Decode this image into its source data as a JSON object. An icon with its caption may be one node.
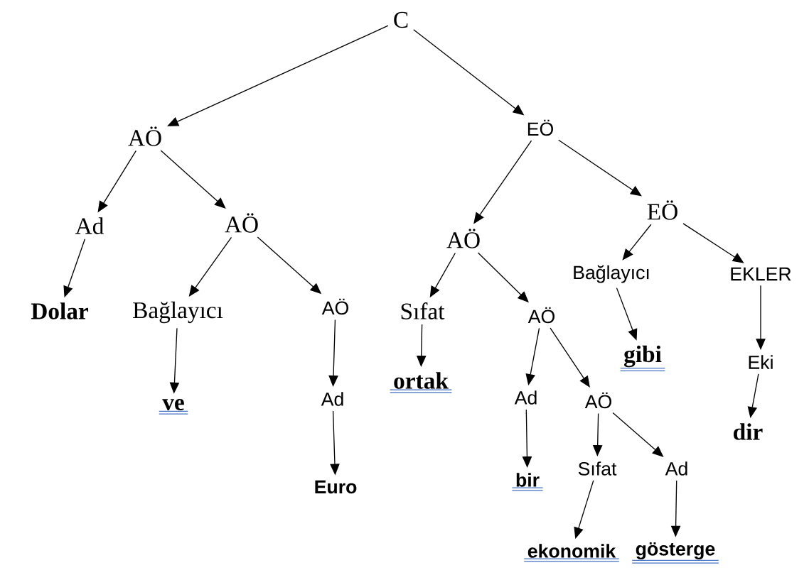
{
  "diagram": {
    "nodes": [
      {
        "text": [
          "C"
        ]
      },
      {
        "text": [
          "AÖ"
        ]
      },
      {
        "text": [
          "EÖ"
        ]
      },
      {
        "text": [
          "Ad"
        ]
      },
      {
        "text": [
          "AÖ"
        ]
      },
      {
        "text": [
          "Dolar"
        ]
      },
      {
        "text": [
          "Bağlayıcı"
        ]
      },
      {
        "text": [
          "AÖ"
        ]
      },
      {
        "text": [
          "ve"
        ]
      },
      {
        "text": [
          "Ad"
        ]
      },
      {
        "text": [
          "Euro"
        ]
      },
      {
        "text": [
          "AÖ"
        ]
      },
      {
        "text": [
          "EÖ"
        ]
      },
      {
        "text": [
          "Sıfat"
        ]
      },
      {
        "text": [
          "AÖ"
        ]
      },
      {
        "text": [
          "ortak"
        ]
      },
      {
        "text": [
          "Bağlayıcı"
        ]
      },
      {
        "text": [
          "EKLER"
        ]
      },
      {
        "text": [
          "gibi"
        ]
      },
      {
        "text": [
          "Eki"
        ]
      },
      {
        "text": [
          "dir"
        ]
      },
      {
        "text": [
          "Ad"
        ]
      },
      {
        "text": [
          "AÖ"
        ]
      },
      {
        "text": [
          "bir"
        ]
      },
      {
        "text": [
          "Sıfat"
        ]
      },
      {
        "text": [
          "Ad"
        ]
      },
      {
        "text": [
          "ekonomik"
        ]
      },
      {
        "text": [
          "gösterge"
        ]
      }
    ],
    "edges": [
      {
        "from": 0,
        "to": 1,
        "arrow": "to"
      },
      {
        "from": 0,
        "to": 2,
        "arrow": "to"
      },
      {
        "from": 1,
        "to": 3,
        "arrow": "to"
      },
      {
        "from": 1,
        "to": 4,
        "arrow": "to"
      },
      {
        "from": 3,
        "to": 5,
        "arrow": "to"
      },
      {
        "from": 4,
        "to": 6,
        "arrow": "to"
      },
      {
        "from": 4,
        "to": 7,
        "arrow": "to"
      },
      {
        "from": 6,
        "to": 8,
        "arrow": "to"
      },
      {
        "from": 7,
        "to": 9,
        "arrow": "to"
      },
      {
        "from": 9,
        "to": 10,
        "arrow": "to"
      },
      {
        "from": 2,
        "to": 11,
        "arrow": "to"
      },
      {
        "from": 2,
        "to": 12,
        "arrow": "to"
      },
      {
        "from": 11,
        "to": 13,
        "arrow": "to"
      },
      {
        "from": 11,
        "to": 14,
        "arrow": "to"
      },
      {
        "from": 13,
        "to": 15,
        "arrow": "to"
      },
      {
        "from": 12,
        "to": 16,
        "arrow": "to"
      },
      {
        "from": 12,
        "to": 17,
        "arrow": "to"
      },
      {
        "from": 16,
        "to": 18,
        "arrow": "to"
      },
      {
        "from": 17,
        "to": 19,
        "arrow": "to"
      },
      {
        "from": 19,
        "to": 20,
        "arrow": "to"
      },
      {
        "from": 14,
        "to": 21,
        "arrow": "to"
      },
      {
        "from": 14,
        "to": 22,
        "arrow": "to"
      },
      {
        "from": 21,
        "to": 23,
        "arrow": "to"
      },
      {
        "from": 22,
        "to": 24,
        "arrow": "to"
      },
      {
        "from": 22,
        "to": 25,
        "arrow": "to"
      },
      {
        "from": 24,
        "to": 26,
        "arrow": "to"
      },
      {
        "from": 25,
        "to": 27,
        "arrow": "to"
      }
    ]
  }
}
